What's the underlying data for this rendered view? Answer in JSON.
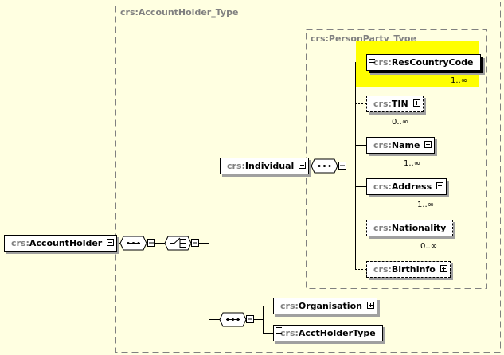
{
  "types": {
    "account_holder_type": "crs:AccountHolder_Type",
    "person_party_type": "crs:PersonParty_Type"
  },
  "elements": {
    "account_holder": {
      "prefix": "crs:",
      "name": "AccountHolder"
    },
    "individual": {
      "prefix": "crs:",
      "name": "Individual"
    },
    "res_country_code": {
      "prefix": "crs:",
      "name": "ResCountryCode",
      "multiplicity": "1..∞"
    },
    "tin": {
      "prefix": "crs:",
      "name": "TIN",
      "multiplicity": "0..∞"
    },
    "name": {
      "prefix": "crs:",
      "name": "Name",
      "multiplicity": "1..∞"
    },
    "address": {
      "prefix": "crs:",
      "name": "Address",
      "multiplicity": "1..∞"
    },
    "nationality": {
      "prefix": "crs:",
      "name": "Nationality",
      "multiplicity": "0..∞"
    },
    "birth_info": {
      "prefix": "crs:",
      "name": "BirthInfo"
    },
    "organisation": {
      "prefix": "crs:",
      "name": "Organisation"
    },
    "acct_holder_type": {
      "prefix": "crs:",
      "name": "AcctHolderType"
    }
  },
  "colors": {
    "background": "#FFFFE1",
    "highlight": "#FFFF00",
    "type_label": "#808080"
  }
}
